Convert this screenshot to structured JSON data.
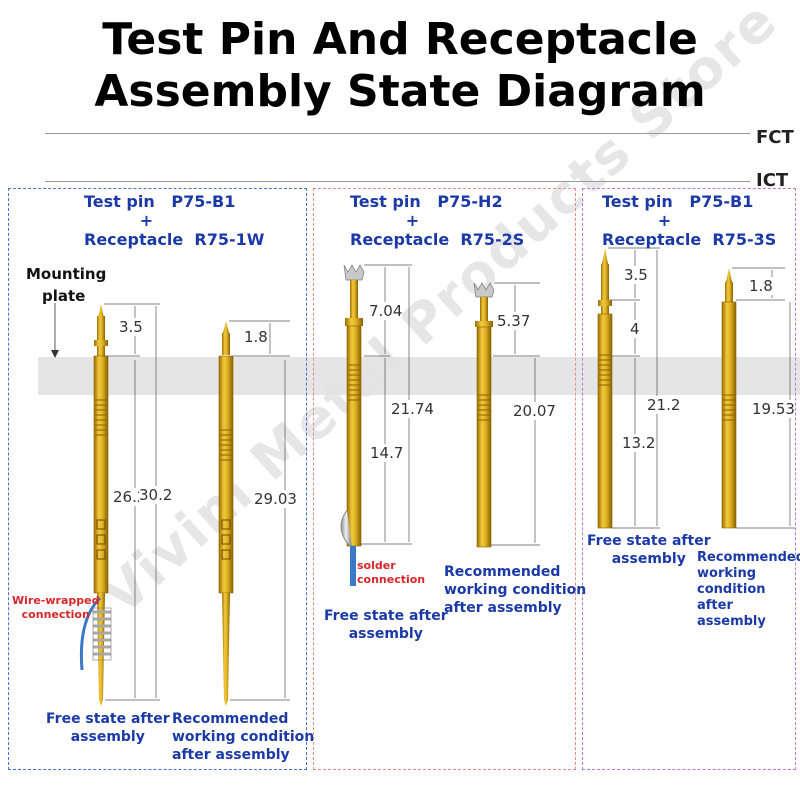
{
  "title": {
    "line1": "Test Pin And Receptacle",
    "line2": "Assembly State Diagram"
  },
  "side_labels": {
    "fct": "FCT",
    "ict": "ICT"
  },
  "watermark": "Vivim Metal Products Store",
  "mounting_plate": {
    "line1": "Mounting",
    "line2": "plate"
  },
  "panels": [
    {
      "border_color": "#4a6fd1",
      "header": "Test pin   P75-B1\n          +\nReceptacle  R75-1W",
      "pins": [
        {
          "dims": [
            "3.5",
            "26.2",
            "30.2"
          ],
          "caption": "Free state after\nassembly"
        },
        {
          "dims": [
            "1.8",
            "29.03"
          ],
          "caption": "Recommended\nworking condition\nafter assembly"
        }
      ],
      "connection_label": "Wire-wrapped\nconnection"
    },
    {
      "border_color": "#e58a8a",
      "header": "Test pin   P75-H2\n          +\nReceptacle  R75-2S",
      "pins": [
        {
          "dims": [
            "7.04",
            "21.74",
            "14.7"
          ],
          "caption": "Free state after\nassembly"
        },
        {
          "dims": [
            "5.37",
            "20.07"
          ],
          "caption": "Recommended\nworking condition\nafter assembly"
        }
      ],
      "connection_label": "solder\nconnection"
    },
    {
      "border_color": "#b07be0",
      "header": "Test pin   P75-B1\n          +\nReceptacle  R75-3S",
      "pins": [
        {
          "dims": [
            "3.5",
            "4",
            "21.2",
            "13.2"
          ],
          "caption": "Free state after\nassembly"
        },
        {
          "dims": [
            "1.8",
            "19.53"
          ],
          "caption": "Recommended\nworking\ncondition\nafter\nassembly"
        }
      ]
    }
  ],
  "colors": {
    "gold": "#e0b325",
    "gold_dark": "#b8860b",
    "header_blue": "#1b3aa8",
    "annotation_red": "#d9262a",
    "wire_blue": "#3a78c9"
  }
}
